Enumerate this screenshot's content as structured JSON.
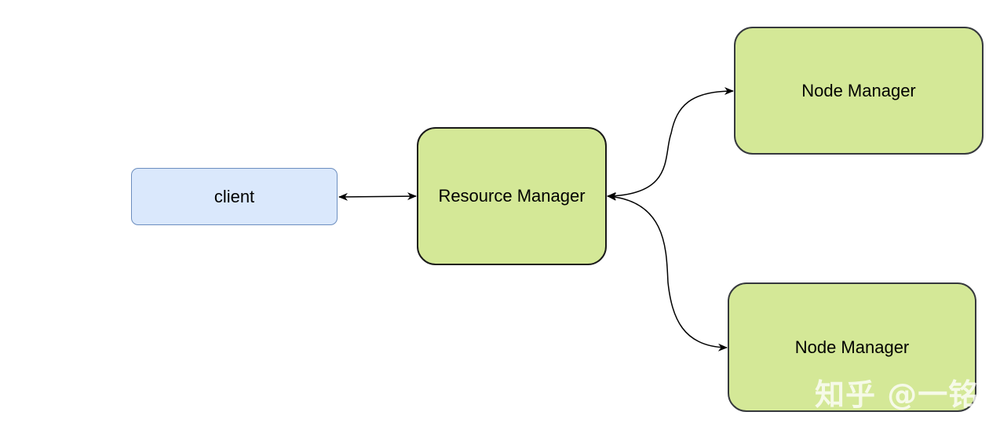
{
  "diagram": {
    "nodes": [
      {
        "id": "client",
        "label": "client",
        "fill": "#dae8fc",
        "stroke": "#6c8ebf"
      },
      {
        "id": "resource-manager",
        "label": "Resource Manager",
        "fill": "#d4e897",
        "stroke": "#1a1a1a"
      },
      {
        "id": "node-manager-1",
        "label": "Node Manager",
        "fill": "#d4e897",
        "stroke": "#36393d"
      },
      {
        "id": "node-manager-2",
        "label": "Node Manager",
        "fill": "#d4e897",
        "stroke": "#36393d"
      }
    ],
    "edges": [
      {
        "from": "client",
        "to": "resource-manager",
        "direction": "both"
      },
      {
        "from": "resource-manager",
        "to": "node-manager-1",
        "direction": "both"
      },
      {
        "from": "resource-manager",
        "to": "node-manager-2",
        "direction": "both"
      }
    ],
    "edge_color": "#000000"
  },
  "watermark": {
    "text": "知乎 @一铭"
  }
}
